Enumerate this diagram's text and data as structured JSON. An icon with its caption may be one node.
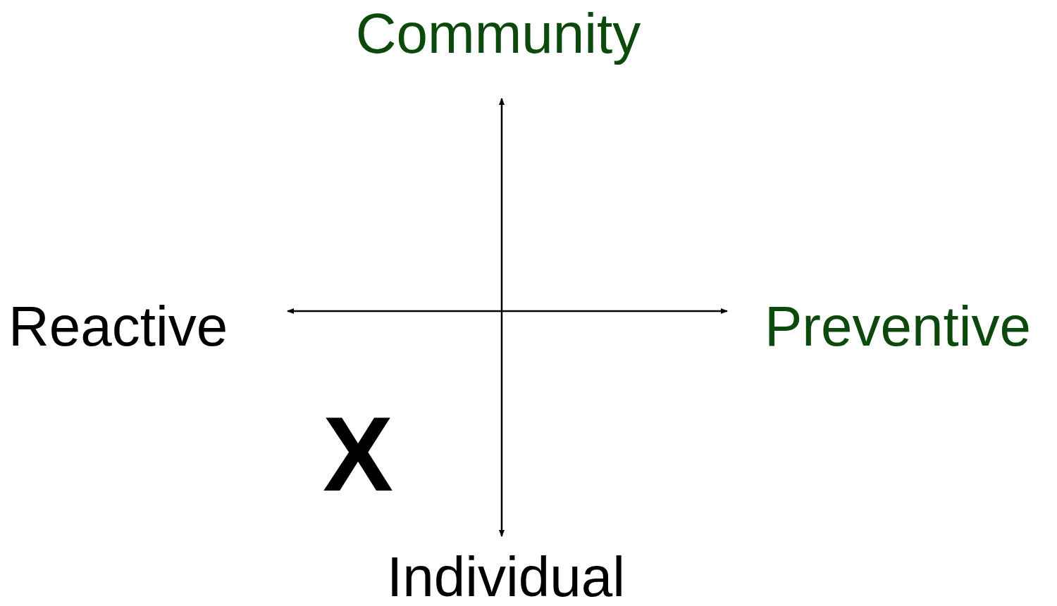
{
  "diagram": {
    "labels": [
      "Community",
      "Reactive",
      "Preventive",
      "X",
      "Individual"
    ]
  }
}
